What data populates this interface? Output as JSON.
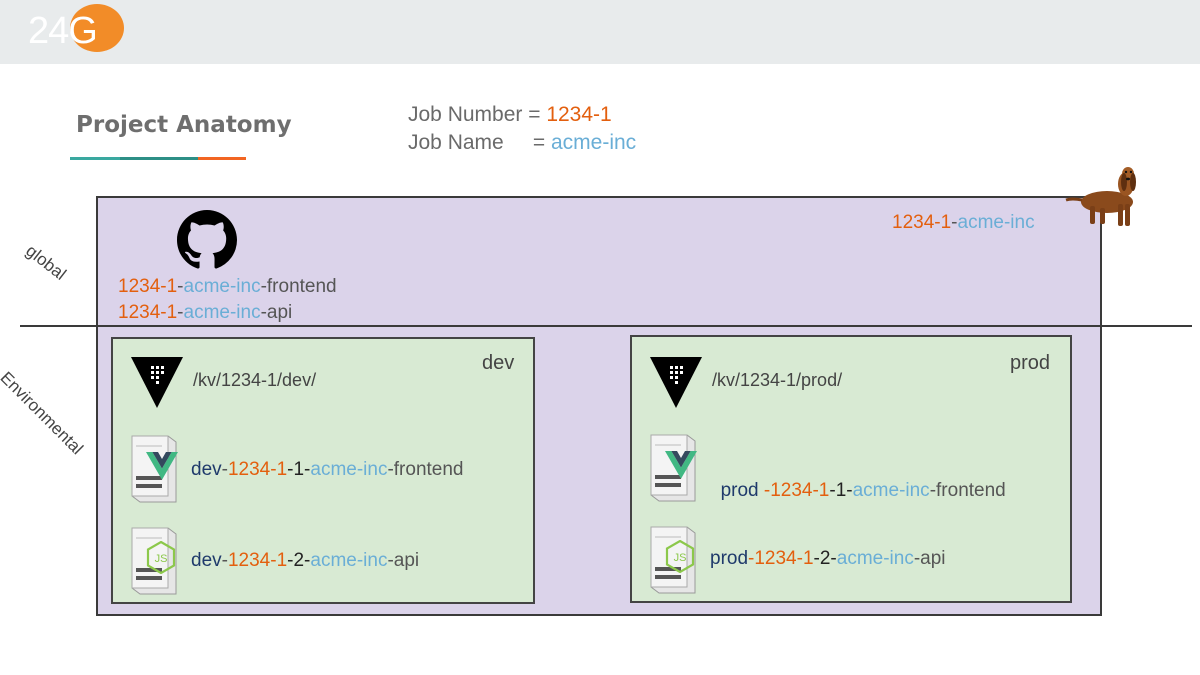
{
  "header": {
    "logo": {
      "prefix": "24",
      "accent": "G"
    }
  },
  "title": "Project Anatomy",
  "job": {
    "number_label": "Job Number = ",
    "number_value": "1234-1",
    "name_label": "Job Name     = ",
    "name_value": "acme-inc"
  },
  "sections": {
    "global_label": "global",
    "environmental_label": "Environmental"
  },
  "global": {
    "project_name": {
      "id": "1234-1",
      "sep": "-",
      "name": "acme-inc"
    },
    "repos": [
      {
        "id": "1234-1",
        "sep1": "-",
        "name": "acme-inc",
        "sep2": "-",
        "suffix": "frontend"
      },
      {
        "id": "1234-1",
        "sep1": "-",
        "name": "acme-inc",
        "sep2": "-",
        "suffix": "api"
      }
    ]
  },
  "environments": [
    {
      "name": "dev",
      "kv_path": "/kv/1234-1/dev/",
      "servers": [
        {
          "env": "dev",
          "sep1": "-",
          "id": "1234-1",
          "num": "-1-",
          "name": "acme-inc",
          "sep2": "-",
          "suffix": "frontend",
          "icon": "vue-icon"
        },
        {
          "env": "dev",
          "sep1": "-",
          "id": "1234-1",
          "num": "-2-",
          "name": "acme-inc",
          "sep2": "-",
          "suffix": "api",
          "icon": "nodejs-icon"
        }
      ]
    },
    {
      "name": "prod",
      "kv_path": "/kv/1234-1/prod/",
      "servers": [
        {
          "env": "prod ",
          "sep1": "-",
          "id": "1234-1",
          "num": "-1-",
          "name": "acme-inc",
          "sep2": "-",
          "suffix": "frontend",
          "icon": "vue-icon"
        },
        {
          "env": "prod",
          "sep1": "-",
          "id": "1234-1",
          "num": "-2-",
          "name": "acme-inc",
          "sep2": "-",
          "suffix": "api",
          "icon": "nodejs-icon"
        }
      ]
    }
  ],
  "colors": {
    "orange": "#e35f0e",
    "blue": "#6aaed6",
    "navy": "#1f3a6b",
    "global_bg": "#dbd3ea",
    "env_bg": "#d8ead3"
  },
  "icons": [
    "github-icon",
    "vault-icon",
    "server-icon",
    "vue-icon",
    "nodejs-icon",
    "dachshund-image"
  ]
}
